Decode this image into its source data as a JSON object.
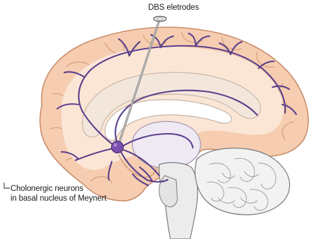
{
  "labels": {
    "dbs_electrodes": "DBS eletrodes",
    "cholinergic_line1": "Cholonergic neurons",
    "cholinergic_line2": "in basal nucleus of Meynert"
  },
  "colors": {
    "cortex_fill": "#f6cdb0",
    "cortex_outline": "#c98f6c",
    "white_matter": "#fbe6d6",
    "corpus_callosum": "#f3e7dc",
    "ventricle": "#ffffff",
    "brainstem_fill": "#ececec",
    "cerebellum_fill": "#f2f2f2",
    "gray_outline": "#7a7a7a",
    "pathway": "#5b3f8c",
    "nucleus": "#7b4fb0",
    "electrode": "#8c8c8c"
  },
  "icons": {
    "electrode": "electrode-icon",
    "nucleus": "nucleus-icon"
  }
}
